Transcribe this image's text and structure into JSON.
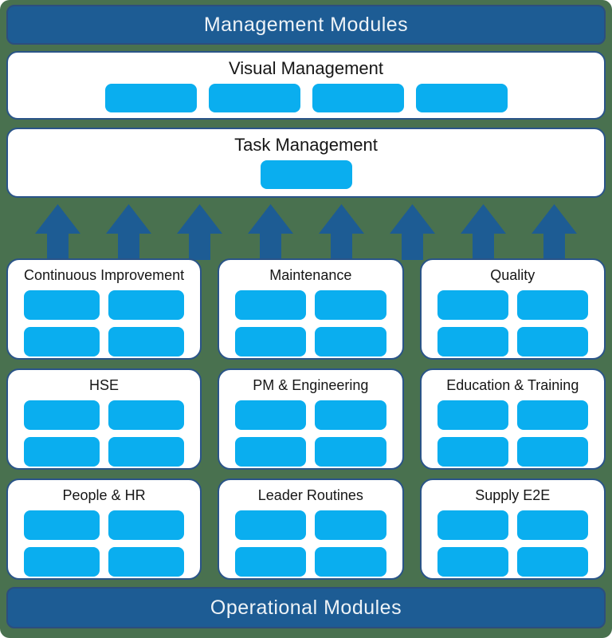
{
  "header": {
    "title": "Management Modules"
  },
  "footer": {
    "title": "Operational Modules"
  },
  "management_sections": [
    {
      "title": "Visual Management",
      "tile_count": 4
    },
    {
      "title": "Task Management",
      "tile_count": 1
    }
  ],
  "arrows": {
    "count": 8,
    "direction": "up"
  },
  "operational_modules": [
    {
      "title": "Continuous Improvement",
      "tile_count": 4
    },
    {
      "title": "Maintenance",
      "tile_count": 4
    },
    {
      "title": "Quality",
      "tile_count": 4
    },
    {
      "title": "HSE",
      "tile_count": 4
    },
    {
      "title": "PM & Engineering",
      "tile_count": 4
    },
    {
      "title": "Education & Training",
      "tile_count": 4
    },
    {
      "title": "People & HR",
      "tile_count": 4
    },
    {
      "title": "Leader Routines",
      "tile_count": 4
    },
    {
      "title": "Supply E2E",
      "tile_count": 4
    }
  ],
  "colors": {
    "background_green": "#49714F",
    "banner_blue": "#1D5C94",
    "card_border_navy": "#2A5488",
    "tile_blue": "#0AAEEF",
    "card_background": "#FFFFFF",
    "banner_text": "#EEF3F7",
    "title_text": "#161616"
  }
}
